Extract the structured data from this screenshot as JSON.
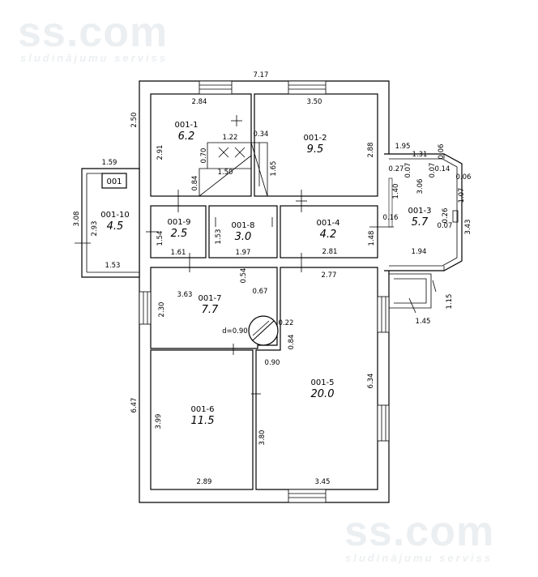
{
  "watermark": {
    "top_logo": "ss.com",
    "top_tagline": "sludinājumu serviss",
    "bottom_logo": "ss.com",
    "bottom_tagline": "sludinājumu serviss"
  },
  "plan_label": "001",
  "rooms": [
    {
      "id": "001-1",
      "area": "6.2"
    },
    {
      "id": "001-2",
      "area": "9.5"
    },
    {
      "id": "001-3",
      "area": "5.7"
    },
    {
      "id": "001-4",
      "area": "4.2"
    },
    {
      "id": "001-5",
      "area": "20.0"
    },
    {
      "id": "001-6",
      "area": "11.5"
    },
    {
      "id": "001-7",
      "area": "7.7"
    },
    {
      "id": "001-8",
      "area": "3.0"
    },
    {
      "id": "001-9",
      "area": "2.5"
    },
    {
      "id": "001-10",
      "area": "4.5"
    }
  ],
  "dimensions": {
    "overall_top": "7.17",
    "left_top": "2.50",
    "left_bottom": "6.47",
    "r1_top": "2.84",
    "r1_left": "2.91",
    "stair_top": "1.22",
    "stair_right": "0.34",
    "stair_mid": "0.70",
    "stair_bottom": "1.50",
    "stair_left": "0.84",
    "r2_top": "3.50",
    "r2_right": "2.88",
    "r2_left": "1.65",
    "ext_top": "1.95",
    "bay_top": "1.31",
    "bay_corner_a": "0.06",
    "bay_a": "0.27",
    "bay_b": "0.07",
    "bay_c": "0.07",
    "bay_d": "0.14",
    "bay_e": "0.06",
    "bay_height": "3.06",
    "bay_left": "1.40",
    "bay_right": "1.07",
    "bay_f": "0.26",
    "bay_g": "0.07",
    "bay_h": "0.16",
    "bay_outer": "3.43",
    "bay_bottom": "1.94",
    "porch_h": "1.15",
    "porch_w": "1.45",
    "r10_top": "1.59",
    "r10_outer": "3.08",
    "r10_inner": "2.93",
    "r10_bottom": "1.53",
    "r9_side": "1.54",
    "r9_bottom": "1.61",
    "r8_side": "1.53",
    "r8_bottom": "1.97",
    "r4_side": "1.48",
    "r4_bottom": "2.81",
    "r7_top": "3.63",
    "r7_left": "2.30",
    "r7_a": "0.54",
    "r7_b": "0.67",
    "chimney_d": "d=0.90",
    "r7_c": "0.22",
    "r7_d": "0.84",
    "r7_e": "0.90",
    "r5_top": "2.77",
    "r5_right": "6.34",
    "r5_left": "3.80",
    "r5_bottom": "3.45",
    "r6_left": "3.99",
    "r6_bottom": "2.89"
  }
}
